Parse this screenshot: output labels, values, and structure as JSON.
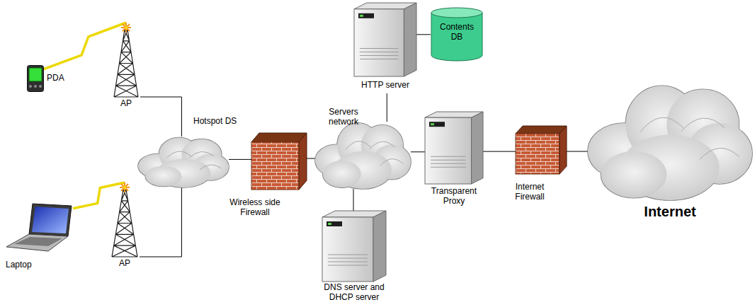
{
  "diagram": {
    "nodes": [
      {
        "text": [
          "PDA"
        ]
      },
      {
        "text": [
          "AP"
        ]
      },
      {
        "text": [
          "Laptop"
        ]
      },
      {
        "text": [
          "AP"
        ]
      },
      {
        "text": [
          "Hotspot DS"
        ]
      },
      {
        "text": [
          "Wireless side Firewall"
        ]
      },
      {
        "text": [
          "Servers network"
        ]
      },
      {
        "text": [
          "HTTP server"
        ]
      },
      {
        "text": [
          "Contents DB"
        ]
      },
      {
        "text": [
          "DNS server and DHCP server"
        ]
      },
      {
        "text": [
          "Transparent Proxy"
        ]
      },
      {
        "text": [
          "Internet Firewall"
        ]
      },
      {
        "text": [
          "Internet"
        ]
      }
    ],
    "edges": [
      {
        "from": 0,
        "to": 1,
        "arrow": "none"
      },
      {
        "from": 2,
        "to": 3,
        "arrow": "none"
      },
      {
        "from": 1,
        "to": 4,
        "arrow": "none"
      },
      {
        "from": 3,
        "to": 4,
        "arrow": "none"
      },
      {
        "from": 4,
        "to": 5,
        "arrow": "none"
      },
      {
        "from": 5,
        "to": 6,
        "arrow": "none"
      },
      {
        "from": 6,
        "to": 7,
        "arrow": "none"
      },
      {
        "from": 7,
        "to": 8,
        "arrow": "none"
      },
      {
        "from": 6,
        "to": 9,
        "arrow": "none"
      },
      {
        "from": 6,
        "to": 10,
        "arrow": "none"
      },
      {
        "from": 10,
        "to": 11,
        "arrow": "none"
      },
      {
        "from": 11,
        "to": 12,
        "arrow": "none"
      }
    ]
  }
}
